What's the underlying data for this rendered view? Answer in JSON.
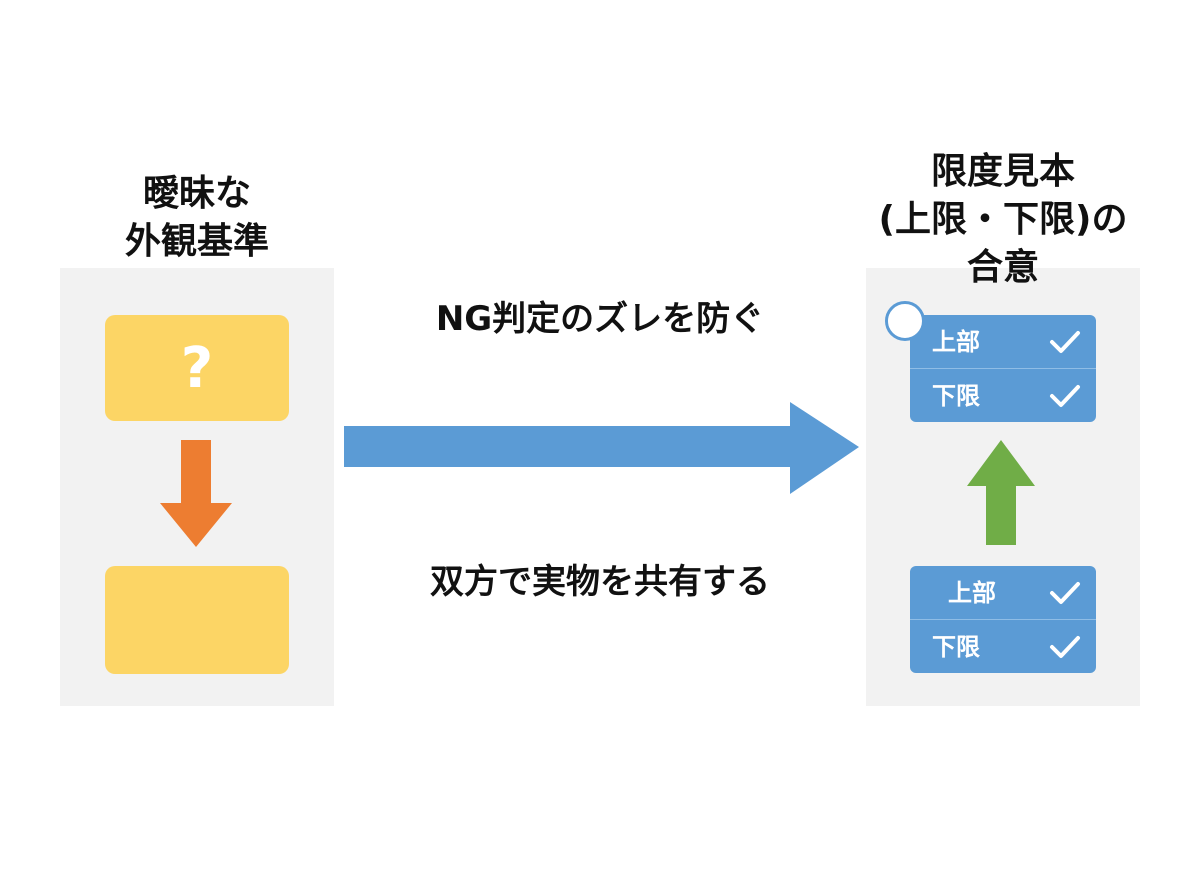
{
  "colors": {
    "panel_bg": "#f2f2f2",
    "yellow": "#fcd565",
    "orange_arrow": "#ed7d31",
    "blue": "#5b9bd5",
    "green_arrow": "#70ad47"
  },
  "left": {
    "title_line1": "曖昧な",
    "title_line2": "外観基準",
    "question": "?"
  },
  "middle": {
    "top_text": "NG判定のズレを防ぐ",
    "bottom_text": "双方で実物を共有する"
  },
  "right": {
    "title_line1": "限度見本",
    "title_line2": "(上限・下限)の",
    "title_line3": "合意",
    "top_card": {
      "row1": "上部",
      "row2": "下限"
    },
    "bottom_card": {
      "row1": "上部",
      "row2": "下限"
    }
  },
  "icons": {
    "arrow_down": "arrow-down-icon",
    "arrow_right": "arrow-right-icon",
    "arrow_up": "arrow-up-icon",
    "check": "check-icon"
  }
}
